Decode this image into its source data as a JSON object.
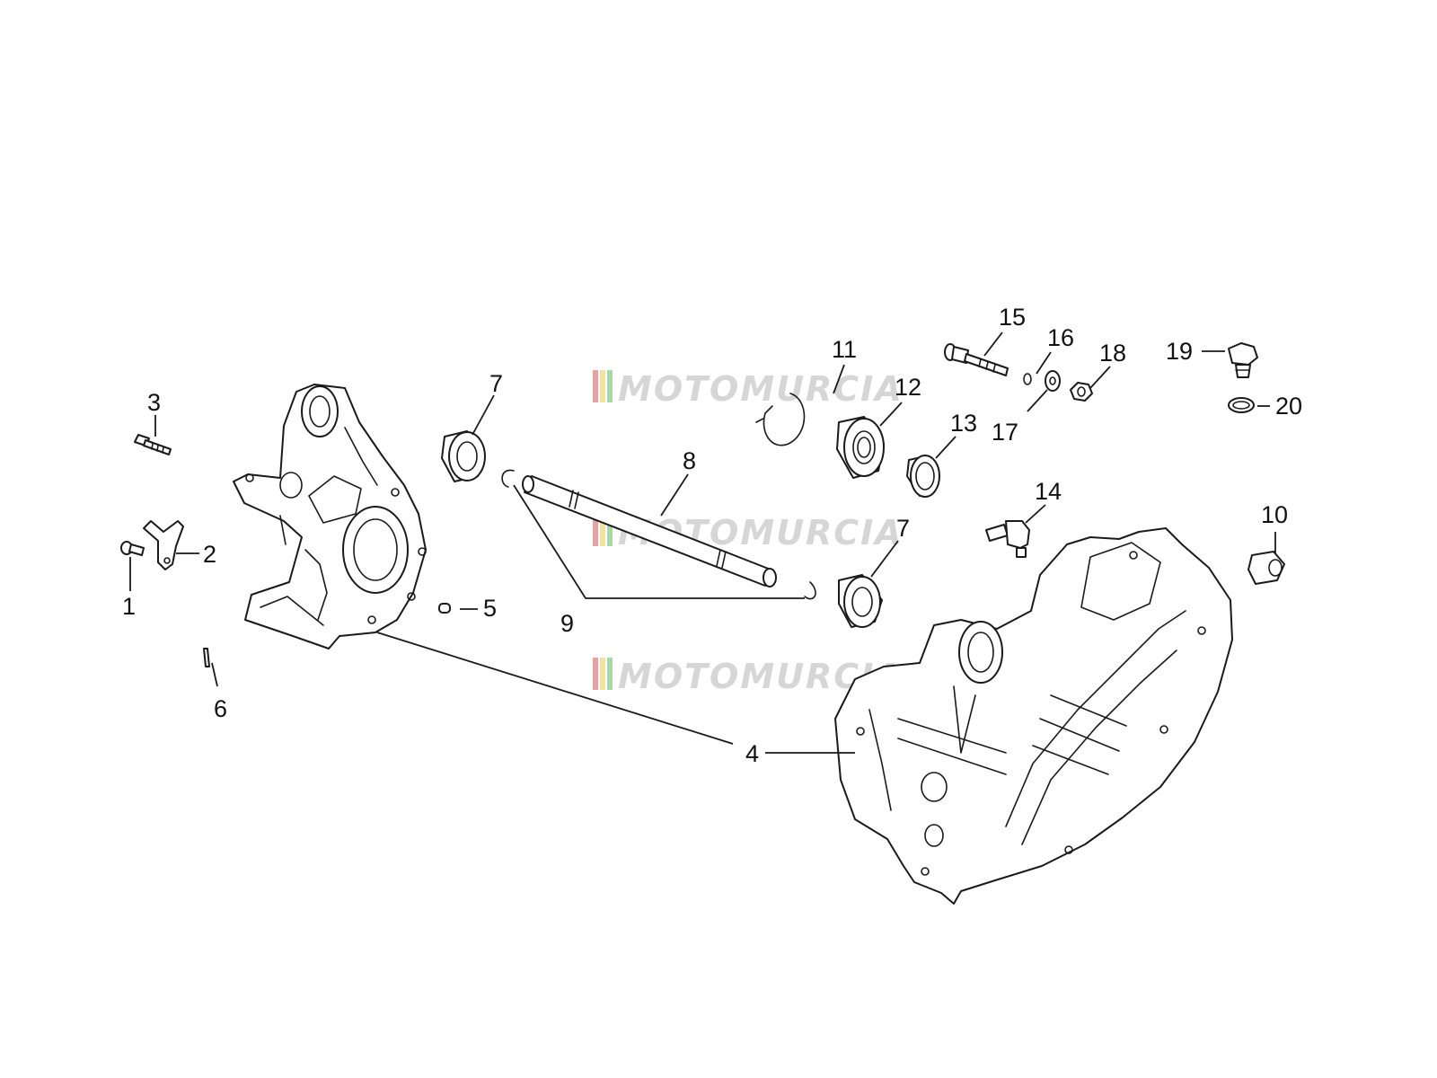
{
  "callouts": [
    "1",
    "2",
    "3",
    "4",
    "5",
    "6",
    "7",
    "7",
    "8",
    "9",
    "10",
    "11",
    "12",
    "13",
    "14",
    "15",
    "16",
    "17",
    "18",
    "19",
    "20"
  ],
  "watermark": {
    "text": "MOTOMURCIA",
    "stripe_colors": [
      "#e8a0a0",
      "#f2e3a0",
      "#a8d8a8"
    ]
  }
}
